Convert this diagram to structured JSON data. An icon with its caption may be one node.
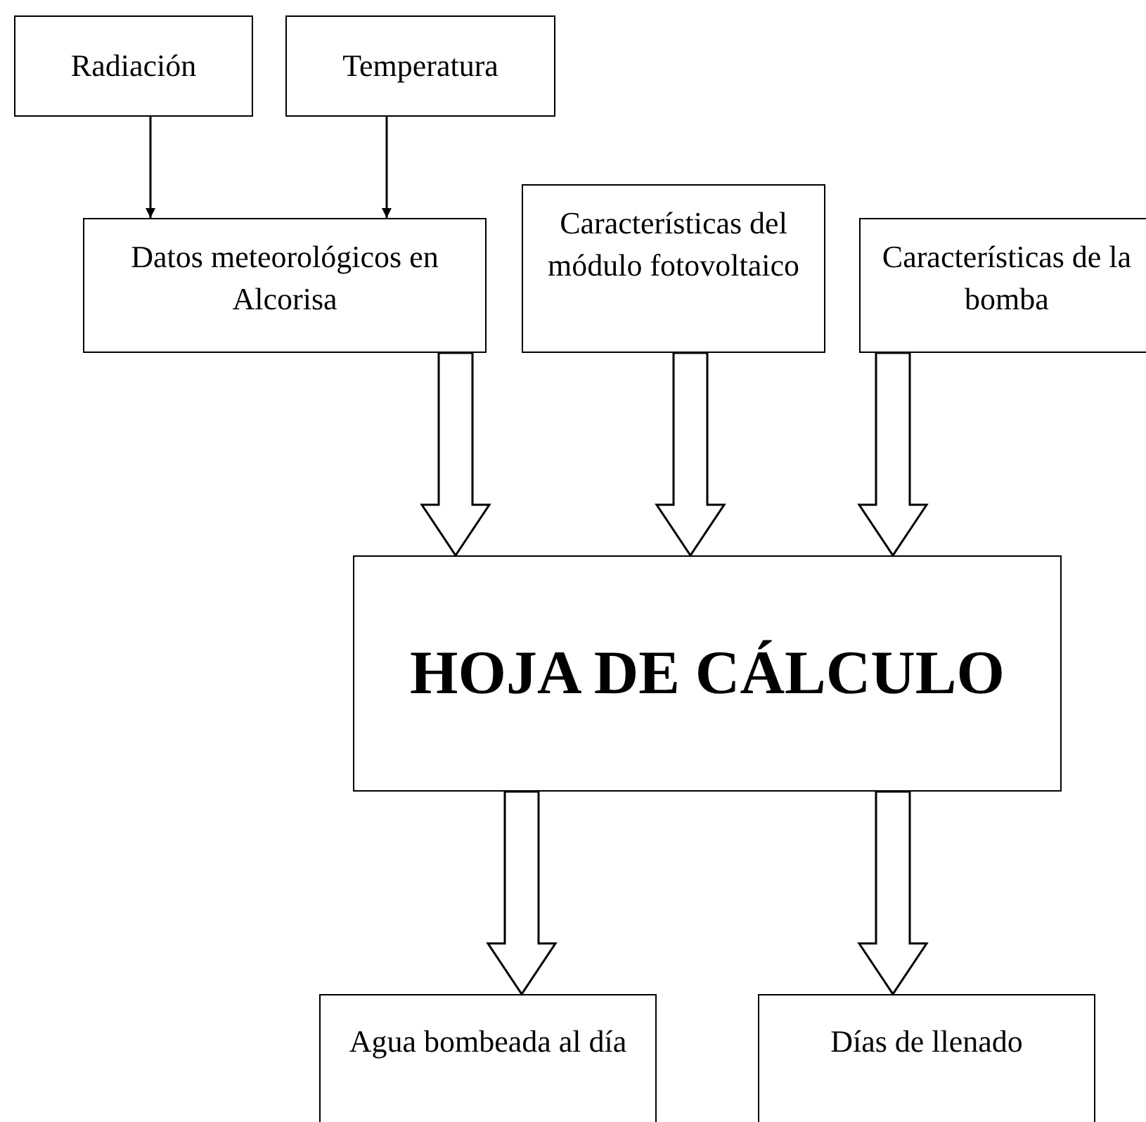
{
  "diagram": {
    "nodes": [
      {
        "text": [
          "Radiación"
        ]
      },
      {
        "text": [
          "Temperatura"
        ]
      },
      {
        "text": [
          "Datos meteorológicos en Alcorisa"
        ]
      },
      {
        "text": [
          "Características del módulo fotovoltaico"
        ]
      },
      {
        "text": [
          "Características de la bomba"
        ]
      },
      {
        "text": [
          "HOJA DE CÁLCULO"
        ]
      },
      {
        "text": [
          "Agua bombeada al día"
        ]
      },
      {
        "text": [
          "Días de llenado"
        ]
      }
    ],
    "edges": [
      {
        "from": 0,
        "to": 2,
        "arrow": "to"
      },
      {
        "from": 1,
        "to": 2,
        "arrow": "to"
      },
      {
        "from": 2,
        "to": 5,
        "arrow": "to",
        "style": "thick"
      },
      {
        "from": 3,
        "to": 5,
        "arrow": "to",
        "style": "thick"
      },
      {
        "from": 4,
        "to": 5,
        "arrow": "to",
        "style": "thick"
      },
      {
        "from": 5,
        "to": 6,
        "arrow": "to",
        "style": "thick"
      },
      {
        "from": 5,
        "to": 7,
        "arrow": "to",
        "style": "thick"
      }
    ]
  }
}
